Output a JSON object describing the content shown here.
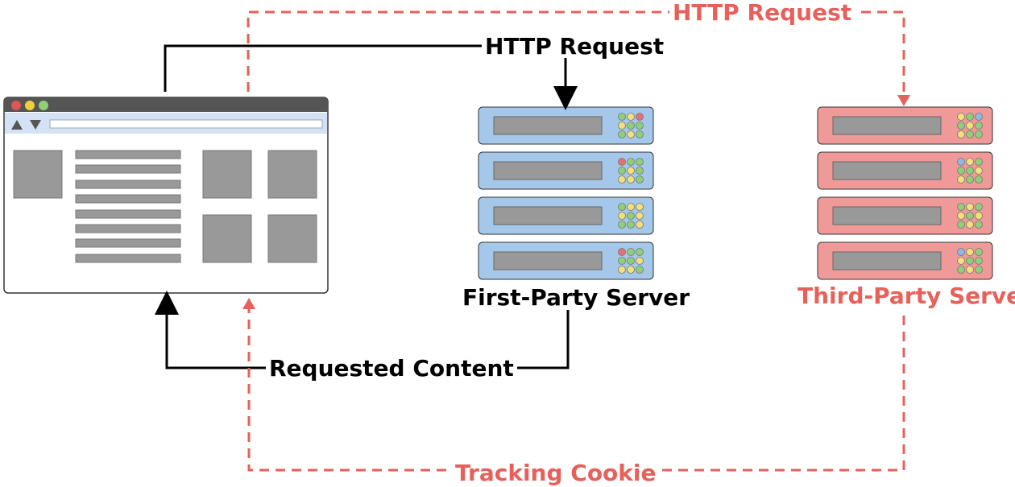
{
  "labels": {
    "http_request_first": "HTTP Request",
    "http_request_third": "HTTP Request",
    "requested_content": "Requested Content",
    "tracking_cookie": "Tracking Cookie",
    "first_party_server": "First-Party Server",
    "third_party_server": "Third-Party Server"
  },
  "colors": {
    "first_party_panel": "#a5c8ea",
    "third_party_panel": "#ef9a98",
    "tracking_accent": "#e8605a",
    "flow_line": "#000000"
  },
  "icons": [
    "browser-window-icon",
    "server-rack-icon",
    "arrow-down-icon",
    "arrow-up-icon"
  ]
}
